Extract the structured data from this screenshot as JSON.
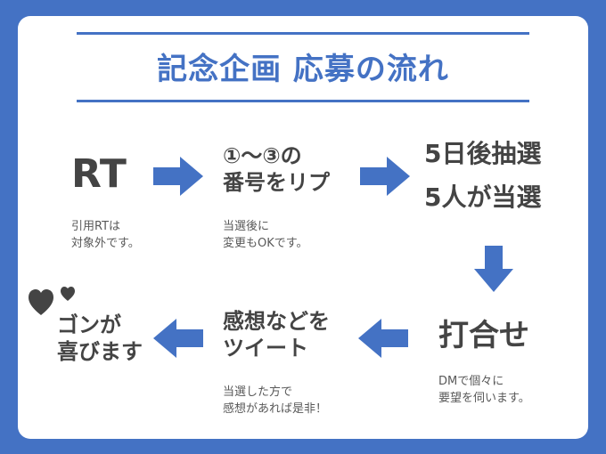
{
  "title": "記念企画 応募の流れ",
  "colors": {
    "background": "#4472c4",
    "card": "#ffffff",
    "accent": "#4472c4",
    "text": "#444444",
    "subtext": "#595959"
  },
  "steps": [
    {
      "main": "RT",
      "note": [
        "引用RTは",
        "対象外です。"
      ]
    },
    {
      "main": [
        "①〜③の",
        "番号をリプ"
      ],
      "note": [
        "当選後に",
        "変更もOKです。"
      ]
    },
    {
      "main": [
        "5日後抽選",
        "5人が当選"
      ]
    },
    {
      "main": "打合せ",
      "note": [
        "DMで個々に",
        "要望を伺います。"
      ]
    },
    {
      "main": [
        "感想などを",
        "ツイート"
      ],
      "note": [
        "当選した方で",
        "感想があれば是非！"
      ]
    },
    {
      "main": [
        "ゴンが",
        "喜びます"
      ]
    }
  ],
  "icons": {
    "arrow": "arrow-icon",
    "hearts": "hearts-icon"
  }
}
